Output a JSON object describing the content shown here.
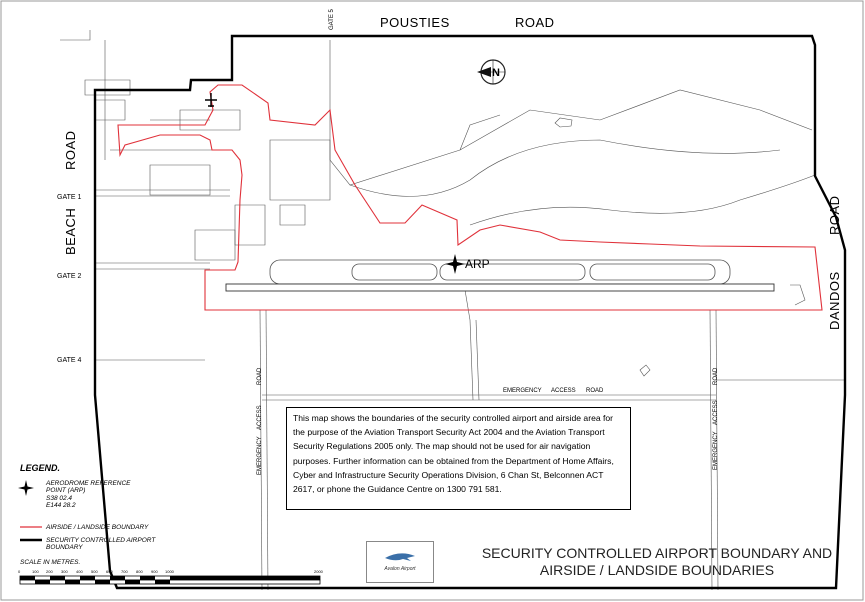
{
  "roads": {
    "north_1": "POUSTIES",
    "north_2": "ROAD",
    "west_1": "ROAD",
    "west_2": "BEACH",
    "east_1": "ROAD",
    "east_2": "DANDOS",
    "gate5": "GATE 5"
  },
  "gates": {
    "gate1": "GATE 1",
    "gate2": "GATE 2",
    "gate4": "GATE 4"
  },
  "inner_labels": {
    "arp": "ARP",
    "emergency_access_road": [
      "EMERGENCY",
      "ACCESS",
      "ROAD"
    ],
    "road_v1": "ROAD",
    "road_v2": "ROAD",
    "access_v1": "ACCESS",
    "emergency_v1": "EMERGENCY",
    "emergency_v2": "EMERGENCY",
    "access_v2": "ACCESS"
  },
  "note": "This map shows the boundaries of the security controlled airport and airside area for the purpose of the Aviation Transport Security Act 2004 and the Aviation Transport Security Regulations 2005 only. The map should not be used for air navigation purposes. Further information can be obtained from the Department of Home Affairs, Cyber and Infrastructure Security Operations Division, 6 Chan St, Belconnen ACT 2617, or phone the Guidance Centre on 1300 791 581.",
  "legend": {
    "title": "LEGEND.",
    "arp_line1": "AERODROME REFERENCE",
    "arp_line2": "POINT (ARP)",
    "arp_line3": "S38 02.4",
    "arp_line4": "E144 28.2",
    "airside": "AIRSIDE / LANDSIDE BOUNDARY",
    "security_line1": "SECURITY CONTROLLED AIRPORT",
    "security_line2": "BOUNDARY",
    "scale_title": "SCALE IN METRES.",
    "scale_ticks": [
      "0",
      "100",
      "200",
      "300",
      "400",
      "500",
      "600",
      "700",
      "800",
      "900",
      "1000",
      "2000"
    ]
  },
  "title": {
    "line1": "SECURITY CONTROLLED AIRPORT BOUNDARY AND",
    "line2": "AIRSIDE / LANDSIDE BOUNDARIES"
  },
  "logo": {
    "name": "Avalon Airport"
  },
  "colors": {
    "airside_boundary": "#e0313a",
    "security_boundary": "#000000",
    "linework": "#555555"
  }
}
